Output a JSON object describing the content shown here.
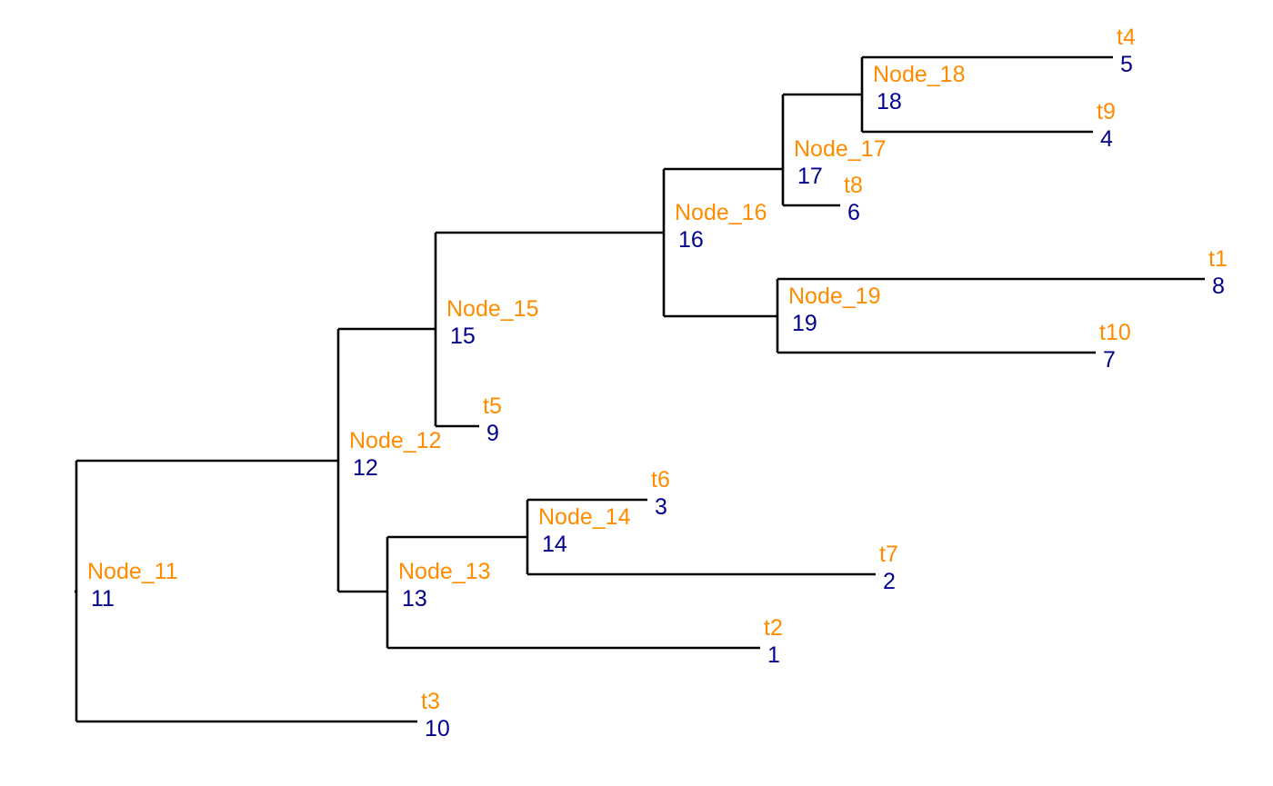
{
  "colors": {
    "branch": "#000000",
    "label": "#ff8c00",
    "number": "#00008b"
  },
  "tree": {
    "tips": [
      {
        "name": "t2",
        "number": "1",
        "parent": "13"
      },
      {
        "name": "t7",
        "number": "2",
        "parent": "14"
      },
      {
        "name": "t6",
        "number": "3",
        "parent": "14"
      },
      {
        "name": "t9",
        "number": "4",
        "parent": "18"
      },
      {
        "name": "t4",
        "number": "5",
        "parent": "18"
      },
      {
        "name": "t8",
        "number": "6",
        "parent": "17"
      },
      {
        "name": "t10",
        "number": "7",
        "parent": "19"
      },
      {
        "name": "t1",
        "number": "8",
        "parent": "19"
      },
      {
        "name": "t5",
        "number": "9",
        "parent": "15"
      },
      {
        "name": "t3",
        "number": "10",
        "parent": "11"
      }
    ],
    "internal_nodes": [
      {
        "name": "Node_11",
        "number": "11",
        "parent": null
      },
      {
        "name": "Node_12",
        "number": "12",
        "parent": "11"
      },
      {
        "name": "Node_13",
        "number": "13",
        "parent": "12"
      },
      {
        "name": "Node_14",
        "number": "14",
        "parent": "13"
      },
      {
        "name": "Node_15",
        "number": "15",
        "parent": "12"
      },
      {
        "name": "Node_16",
        "number": "16",
        "parent": "15"
      },
      {
        "name": "Node_17",
        "number": "17",
        "parent": "16"
      },
      {
        "name": "Node_18",
        "number": "18",
        "parent": "17"
      },
      {
        "name": "Node_19",
        "number": "19",
        "parent": "16"
      }
    ]
  }
}
